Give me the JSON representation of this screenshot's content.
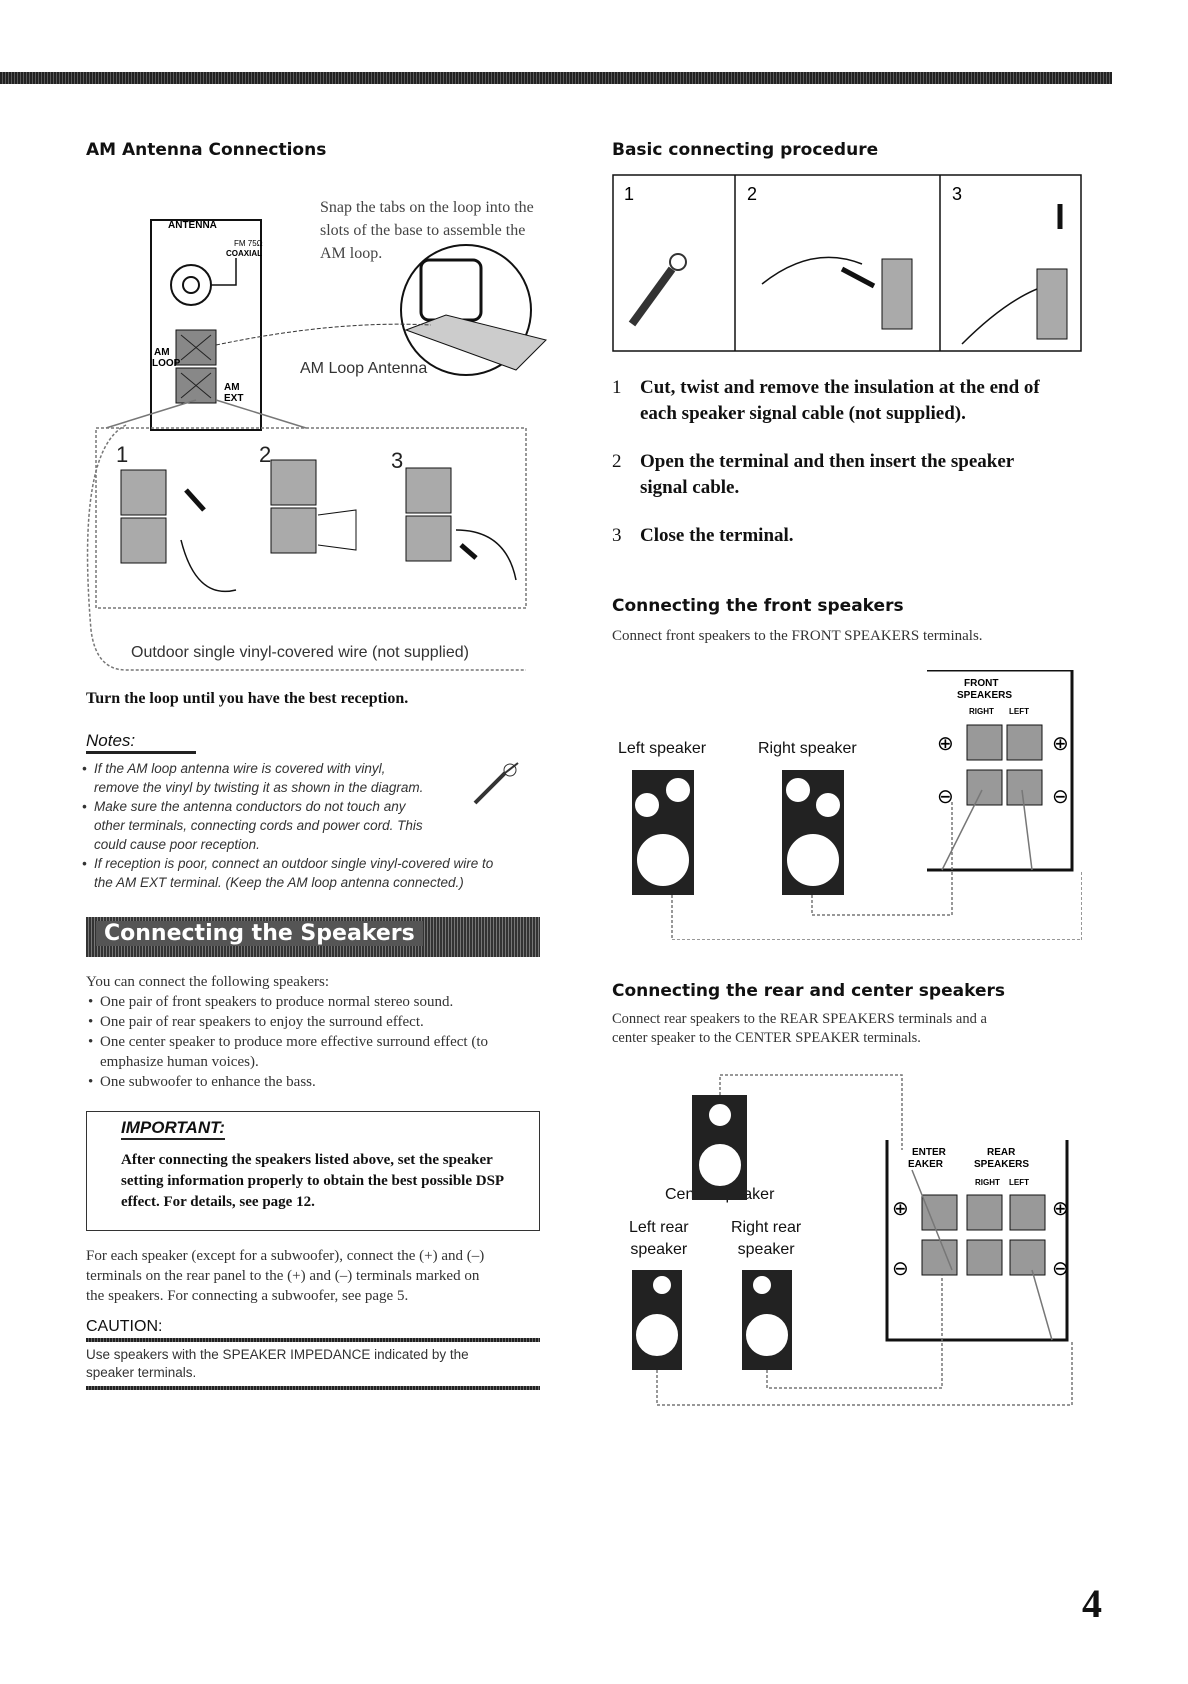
{
  "am_section": {
    "heading": "AM Antenna Connections",
    "snap_note": [
      "Snap the tabs on the loop into the",
      "slots of the base to assemble the",
      "AM loop."
    ],
    "panel_title": "ANTENNA",
    "fm_label": "FM 75Ω",
    "coaxial_label": "COAXIAL",
    "am_loop_label": [
      "AM",
      "LOOP"
    ],
    "am_ext_label": [
      "AM",
      "EXT"
    ],
    "loop_antenna_label": "AM Loop Antenna",
    "step_numbers": [
      "1",
      "2",
      "3"
    ],
    "outdoor_wire_label": "Outdoor single vinyl-covered wire (not supplied)",
    "turn_loop": "Turn the loop until you have the best reception."
  },
  "notes": {
    "heading": "Notes:",
    "items": [
      [
        "If the AM loop antenna wire is covered with vinyl,",
        "remove the vinyl by twisting it as shown in the diagram."
      ],
      [
        "Make sure the antenna conductors do not touch any",
        "other terminals, connecting cords and power cord. This",
        "could cause poor reception."
      ],
      [
        "If reception is poor, connect an outdoor single vinyl-covered wire to",
        "the AM EXT terminal. (Keep the AM loop antenna connected.)"
      ]
    ]
  },
  "speakers_section": {
    "banner": "Connecting the Speakers",
    "intro": "You can connect the following speakers:",
    "bullets": [
      [
        "One pair of front speakers to produce normal stereo sound."
      ],
      [
        "One pair of rear speakers to enjoy the surround effect."
      ],
      [
        "One center speaker to produce more effective surround effect (to",
        "emphasize human voices)."
      ],
      [
        "One subwoofer to enhance the bass."
      ]
    ],
    "important_heading": "IMPORTANT:",
    "important_text": [
      "After connecting the speakers listed above, set the speaker",
      "setting information properly to obtain the best possible DSP",
      "effect. For details, see page 12."
    ],
    "each_speaker": [
      "For each speaker (except for a subwoofer), connect the (+) and (–)",
      "terminals on the rear panel to the (+) and (–) terminals marked on",
      "the speakers. For connecting a subwoofer, see page 5."
    ],
    "caution_heading": "CAUTION:",
    "caution_text": [
      "Use speakers with the SPEAKER IMPEDANCE indicated by the",
      "speaker terminals."
    ]
  },
  "basic_procedure": {
    "heading": "Basic connecting procedure",
    "panel_numbers": [
      "1",
      "2",
      "3"
    ],
    "steps": [
      {
        "num": "1",
        "lines": [
          "Cut, twist and remove the insulation at the end of",
          "each speaker signal cable (not supplied)."
        ]
      },
      {
        "num": "2",
        "lines": [
          "Open the terminal and then insert the speaker",
          "signal cable."
        ]
      },
      {
        "num": "3",
        "lines": [
          "Close the terminal."
        ]
      }
    ]
  },
  "front_speakers": {
    "heading": "Connecting the front speakers",
    "text": "Connect front speakers to the FRONT SPEAKERS terminals.",
    "left_label": "Left speaker",
    "right_label": "Right speaker",
    "panel_title": [
      "FRONT",
      "SPEAKERS"
    ],
    "right_text": "RIGHT",
    "left_text": "LEFT"
  },
  "rear_center": {
    "heading": "Connecting the rear and center speakers",
    "text": [
      "Connect rear speakers to the REAR SPEAKERS terminals and a",
      "center speaker to the CENTER SPEAKER terminals."
    ],
    "center_label": "Center speaker",
    "left_rear": [
      "Left rear",
      "speaker"
    ],
    "right_rear": [
      "Right rear",
      "speaker"
    ],
    "center_panel": [
      "ENTER",
      "EAKER"
    ],
    "rear_panel": [
      "REAR",
      "SPEAKERS"
    ],
    "right_text": "RIGHT",
    "left_text": "LEFT"
  },
  "page_number": "4"
}
